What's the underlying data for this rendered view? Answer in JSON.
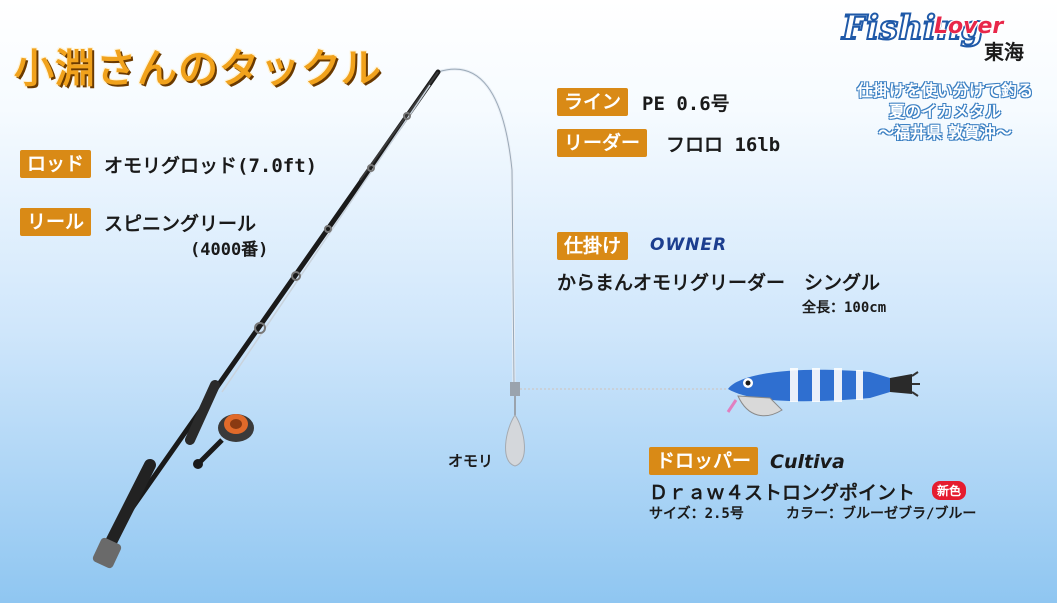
{
  "title": "小淵さんのタックル",
  "logo": {
    "main": "Fishing",
    "sub": "Lover",
    "region": "東海"
  },
  "subtitle": {
    "line1": "仕掛けを使い分けて釣る",
    "line2": "夏のイカメタル",
    "line3": "〜福井県 敦賀沖〜"
  },
  "rod": {
    "tag": "ロッド",
    "value": "オモリグロッド(7.0ft)"
  },
  "reel": {
    "tag": "リール",
    "value": "スピニングリール",
    "note": "(4000番)"
  },
  "line": {
    "tag": "ライン",
    "value": "PE 0.6号"
  },
  "leader": {
    "tag": "リーダー",
    "value": "フロロ 16lb"
  },
  "rig": {
    "tag": "仕掛け",
    "brand": "OWNER",
    "value": "からまんオモリグリーダー　シングル",
    "length": "全長：100cm"
  },
  "sinker_label": "オモリ",
  "dropper": {
    "tag": "ドロッパー",
    "brand": "Cultiva",
    "value": "Ｄｒａｗ４ストロングポイント",
    "badge": "新色",
    "size": "サイズ：2.5号",
    "color": "カラー：ブルーゼブラ/ブルー"
  },
  "colors": {
    "tag": "#d98a16",
    "title": "#f1a21c",
    "egi_blue": "#2f6fd0",
    "badge": "#e51c2f"
  }
}
